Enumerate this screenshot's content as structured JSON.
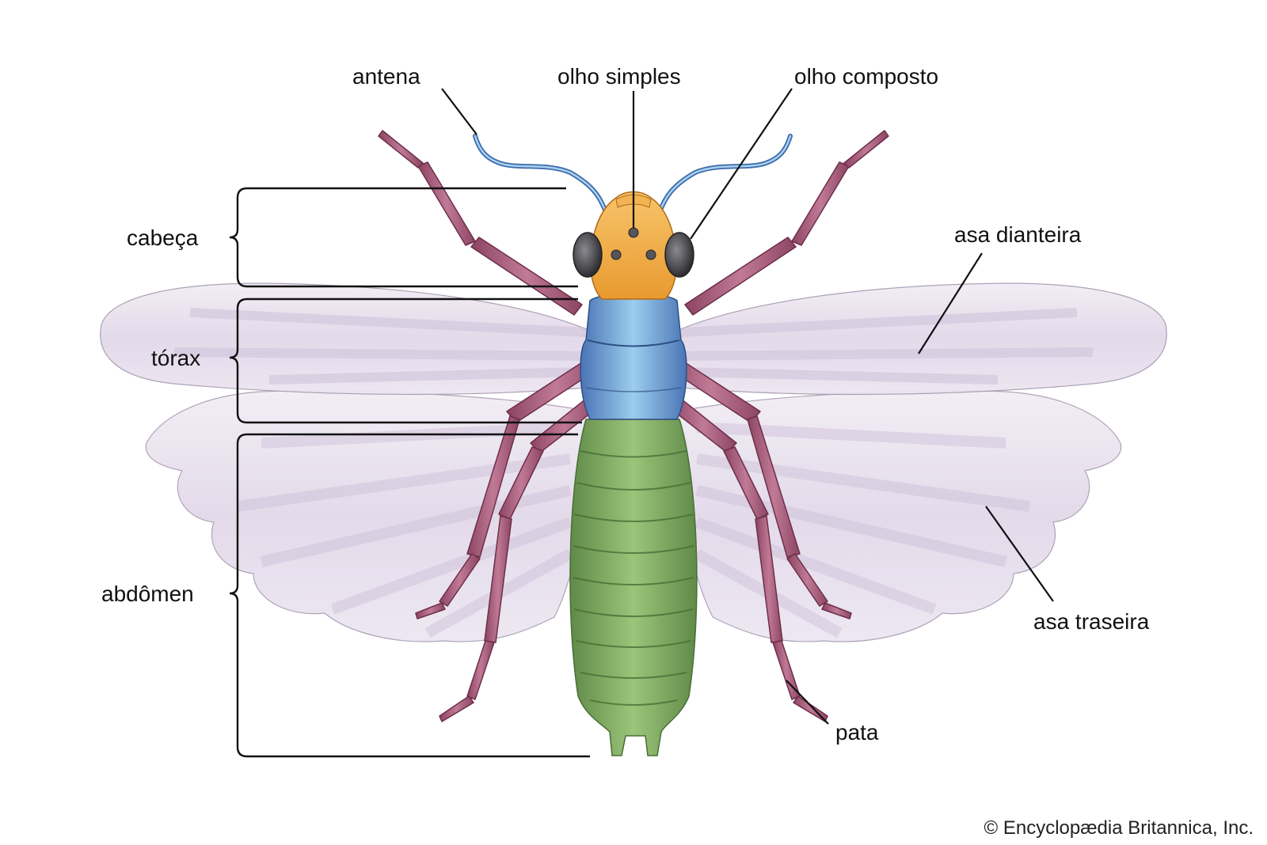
{
  "labels": {
    "antenna": "antena",
    "simple_eye": "olho simples",
    "compound_eye": "olho composto",
    "head": "cabeça",
    "thorax": "tórax",
    "abdomen": "abdômen",
    "forewing": "asa dianteira",
    "hindwing": "asa traseira",
    "leg": "pata"
  },
  "credit": "© Encyclopædia Britannica, Inc.",
  "colors": {
    "head": "#f0a940",
    "thorax": "#5a88c8",
    "abdomen": "#7aa55a",
    "legs": "#a85a78",
    "wings": "#e4dcea",
    "antennae": "#6aa0d8",
    "eyes": "#3a3a3e"
  }
}
